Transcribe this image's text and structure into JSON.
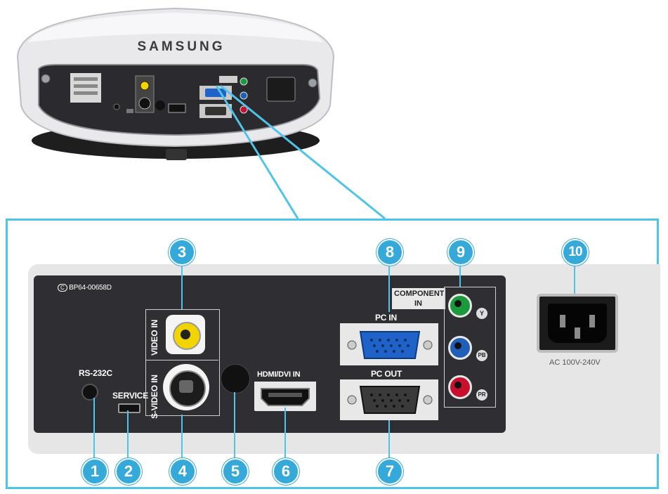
{
  "projector": {
    "brand": "SAMSUNG"
  },
  "panel": {
    "part_code": "BP64-00658D",
    "labels": {
      "rs232c": "RS-232C",
      "service": "SERVICE",
      "video_in": "VIDEO IN",
      "s_video_in": "S-VIDEO IN",
      "hdmi_dvi_in": "HDMI/DVI IN",
      "pc_in": "PC IN",
      "pc_out": "PC OUT",
      "component_in_line1": "COMPONENT",
      "component_in_line2": "IN",
      "comp_y": "Y",
      "comp_pb": "PB",
      "comp_pr": "PR",
      "ac_power": "AC 100V-240V"
    }
  },
  "callouts": [
    "1",
    "2",
    "3",
    "4",
    "5",
    "6",
    "7",
    "8",
    "9",
    "10"
  ],
  "colors": {
    "accent": "#35a9d9",
    "frame": "#4fc3e8",
    "panel_dark": "#2f2f33",
    "panel_light": "#e6e6e6",
    "video_yellow": "#f2d400",
    "comp_green": "#1a9a3c",
    "comp_blue": "#1f5fb8",
    "comp_red": "#c8102e",
    "vga_blue": "#1f63c9"
  }
}
